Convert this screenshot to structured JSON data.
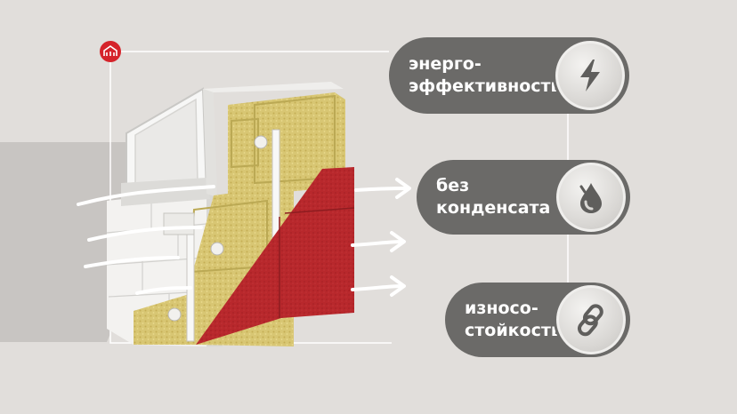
{
  "benefits": [
    {
      "label": "энерго-\nэффективность",
      "icon": "lightning-icon"
    },
    {
      "label": "без\nконденсата",
      "icon": "water-drop-icon"
    },
    {
      "label": "износо-\nстойкость",
      "icon": "chain-link-icon"
    }
  ],
  "colors": {
    "background": "#e1dedb",
    "pill": "#6b6a68",
    "insulation": "#d9c872",
    "facade_panel": "#b8282c",
    "logo": "#d5232a"
  }
}
